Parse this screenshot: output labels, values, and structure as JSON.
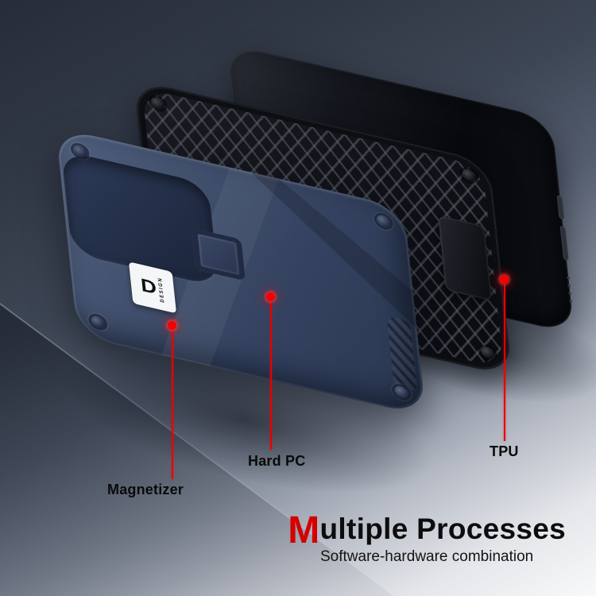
{
  "callouts": {
    "magnetizer": "Magnetizer",
    "hard_pc": "Hard PC",
    "tpu": "TPU"
  },
  "title": {
    "highlight": "M",
    "rest": "ultiple Processes",
    "subtitle": "Software-hardware combination"
  },
  "sticker": {
    "letter": "D",
    "text": "DESIGN"
  },
  "colors": {
    "accent_red": "#e60000",
    "title_red": "#d40000",
    "hard_pc_blue": "#3e4b66",
    "tpu_black": "#101216",
    "phone_black": "#0a0c10",
    "background_dark": "#2c3340",
    "background_light": "#f5f6f8"
  }
}
